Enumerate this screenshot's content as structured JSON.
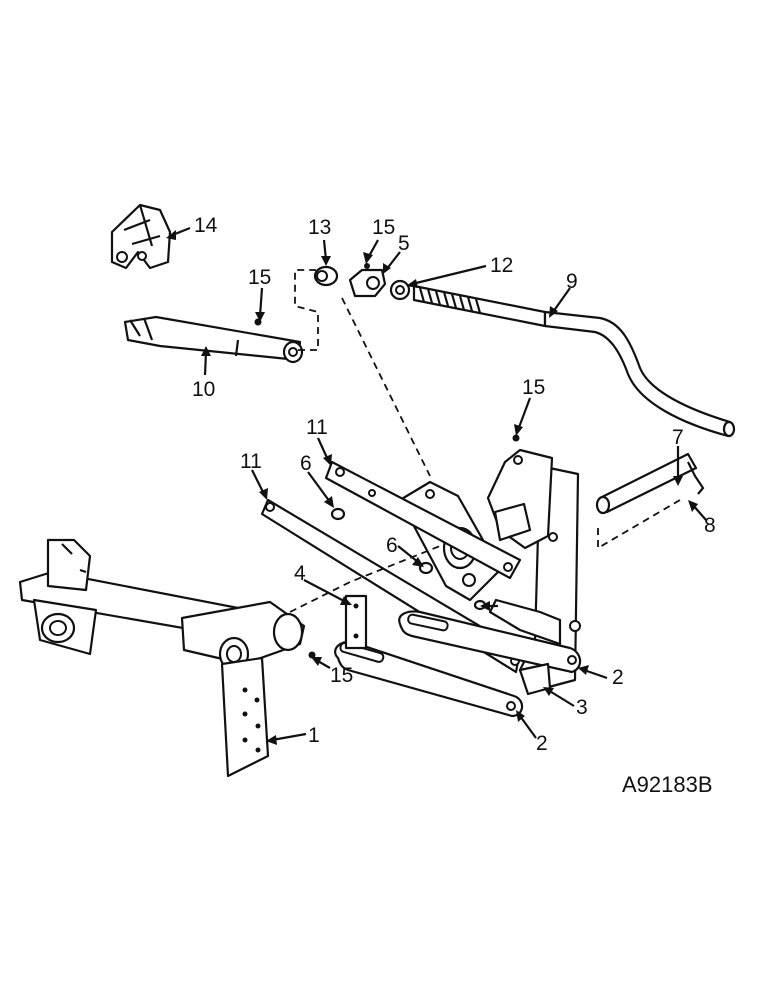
{
  "diagram": {
    "drawing_code": "A92183B",
    "callouts": [
      {
        "id": "c1",
        "text": "1"
      },
      {
        "id": "c2a",
        "text": "2"
      },
      {
        "id": "c2b",
        "text": "2"
      },
      {
        "id": "c3",
        "text": "3"
      },
      {
        "id": "c4",
        "text": "4"
      },
      {
        "id": "c5",
        "text": "5"
      },
      {
        "id": "c6a",
        "text": "6"
      },
      {
        "id": "c6b",
        "text": "6"
      },
      {
        "id": "c7",
        "text": "7"
      },
      {
        "id": "c8",
        "text": "8"
      },
      {
        "id": "c9",
        "text": "9"
      },
      {
        "id": "c10",
        "text": "10"
      },
      {
        "id": "c11a",
        "text": "11"
      },
      {
        "id": "c11b",
        "text": "11"
      },
      {
        "id": "c12",
        "text": "12"
      },
      {
        "id": "c13",
        "text": "13"
      },
      {
        "id": "c14",
        "text": "14"
      },
      {
        "id": "c15a",
        "text": "15"
      },
      {
        "id": "c15b",
        "text": "15"
      },
      {
        "id": "c15c",
        "text": "15"
      },
      {
        "id": "c15d",
        "text": "15"
      }
    ]
  }
}
